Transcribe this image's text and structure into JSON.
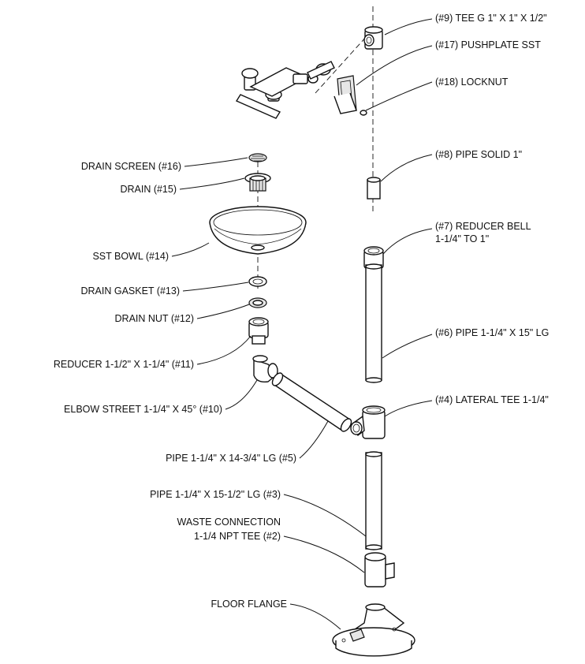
{
  "labels": {
    "tee": "(#9) TEE G 1\" X 1\" X 1/2\"",
    "pushplate": "(#17) PUSHPLATE SST",
    "locknut": "(#18) LOCKNUT",
    "pipe_solid": "(#8) PIPE SOLID 1\"",
    "reducer_bell_1": "(#7) REDUCER BELL",
    "reducer_bell_2": "1-1/4\" TO 1\"",
    "pipe_6": "(#6) PIPE 1-1/4\" X 15\" LG",
    "lateral_tee": "(#4) LATERAL TEE 1-1/4\"",
    "drain_screen": "DRAIN SCREEN (#16)",
    "drain": "DRAIN (#15)",
    "sst_bowl": "SST BOWL (#14)",
    "drain_gasket": "DRAIN GASKET (#13)",
    "drain_nut": "DRAIN NUT (#12)",
    "reducer_11": "REDUCER 1-1/2\"  X 1-1/4\" (#11)",
    "elbow": "ELBOW STREET 1-1/4\" X 45° (#10)",
    "pipe_5": "PIPE 1-1/4\" X 14-3/4\" LG (#5)",
    "pipe_3": "PIPE 1-1/4\" X 15-1/2\" LG (#3)",
    "waste_1": "WASTE CONNECTION",
    "waste_2": "1-1/4 NPT TEE (#2)",
    "floor_flange": "FLOOR FLANGE"
  },
  "colors": {
    "line": "#111111",
    "fill": "#ffffff",
    "shade": "#e6e6e6"
  }
}
